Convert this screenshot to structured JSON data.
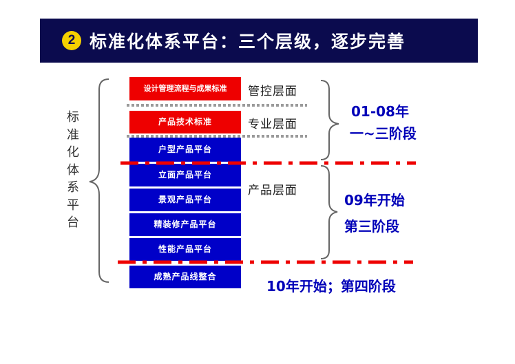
{
  "header": {
    "badge_number": "2",
    "title": "标准化体系平台：三个层级，逐步完善",
    "background_color": "#0b0b4e",
    "badge_color": "#f5d000"
  },
  "vertical_title": [
    "标",
    "准",
    "化",
    "体",
    "系",
    "平",
    "台"
  ],
  "stack": {
    "red_color": "#ee0000",
    "blue_color": "#0000c8",
    "items": [
      {
        "label": "设计管理流程与成果标准",
        "color": "red"
      },
      {
        "label": "产品技术标准",
        "color": "red"
      },
      {
        "label": "户型产品平台",
        "color": "blue"
      },
      {
        "label": "立面产品平台",
        "color": "blue"
      },
      {
        "label": "景观产品平台",
        "color": "blue"
      },
      {
        "label": "精装修产品平台",
        "color": "blue"
      },
      {
        "label": "性能产品平台",
        "color": "blue"
      },
      {
        "label": "成熟产品线整合",
        "color": "blue"
      }
    ]
  },
  "layers": {
    "control": "管控层面",
    "professional": "专业层面",
    "product": "产品层面"
  },
  "phases": {
    "phase1_line1": "01-08年",
    "phase1_line2": "一~三阶段",
    "phase2_line1": "09年开始",
    "phase2_line2": "第三阶段",
    "phase3": "10年开始；第四阶段",
    "text_color": "#0000b8",
    "divider_color": "#ee0000"
  }
}
